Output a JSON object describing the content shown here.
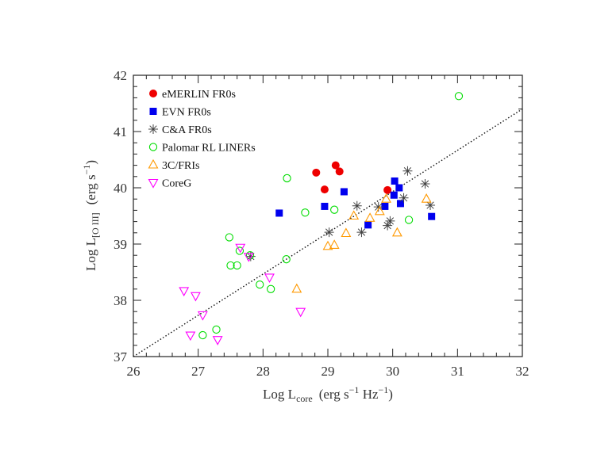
{
  "chart_data": {
    "type": "scatter",
    "title": "",
    "xlabel": {
      "main": "Log L",
      "sub": "core",
      "units": "(erg s",
      "exp1": "−1",
      "mid": " Hz",
      "exp2": "−1",
      "close": ")"
    },
    "ylabel": {
      "main": "Log L",
      "sub": "[O III]",
      "units": "(erg s",
      "exp": "−1",
      "close": ")"
    },
    "xlim": [
      26,
      32
    ],
    "ylim": [
      37,
      42
    ],
    "xticks": [
      "26",
      "27",
      "28",
      "29",
      "30",
      "31",
      "32"
    ],
    "yticks": [
      "37",
      "38",
      "39",
      "40",
      "41",
      "42"
    ],
    "legend_position": "top-left",
    "fit_line": {
      "style": "dotted",
      "x": [
        26,
        32
      ],
      "y": [
        37.0,
        41.4
      ]
    },
    "series": [
      {
        "name": "eMERLIN FR0s",
        "marker": "filled-circle",
        "color": "#ee0000",
        "x": [
          28.82,
          28.95,
          29.12,
          29.18,
          29.92
        ],
        "y": [
          40.27,
          39.97,
          40.4,
          40.29,
          39.96
        ]
      },
      {
        "name": "EVN FR0s",
        "marker": "filled-square",
        "color": "#0000ee",
        "x": [
          28.25,
          28.95,
          29.25,
          29.62,
          29.88,
          30.02,
          30.03,
          30.1,
          30.12,
          30.6
        ],
        "y": [
          39.55,
          39.67,
          39.93,
          39.34,
          39.67,
          39.87,
          40.12,
          40.0,
          39.72,
          39.49
        ]
      },
      {
        "name": "C&A FR0s",
        "marker": "asterisk",
        "color": "#444444",
        "x": [
          29.02,
          29.45,
          29.52,
          29.78,
          29.92,
          29.96,
          30.17,
          30.23,
          30.5,
          30.58,
          27.81
        ],
        "y": [
          39.21,
          39.68,
          39.21,
          39.66,
          39.33,
          39.41,
          39.82,
          40.3,
          40.07,
          39.69,
          38.78
        ]
      },
      {
        "name": "Palomar RL LINERs",
        "marker": "open-circle",
        "color": "#00dd00",
        "x": [
          27.07,
          27.28,
          27.48,
          27.5,
          27.6,
          27.64,
          27.8,
          27.95,
          28.12,
          28.36,
          28.37,
          28.65,
          29.1,
          30.25,
          31.02
        ],
        "y": [
          37.38,
          37.48,
          39.12,
          38.62,
          38.62,
          38.88,
          38.8,
          38.28,
          38.2,
          38.73,
          40.17,
          39.56,
          39.61,
          39.43,
          41.63
        ]
      },
      {
        "name": "3C/FRIs",
        "marker": "open-triangle-up",
        "color": "#ff9900",
        "x": [
          28.52,
          29.0,
          29.1,
          29.28,
          29.4,
          29.65,
          29.8,
          29.9,
          30.07,
          30.52
        ],
        "y": [
          38.2,
          38.96,
          38.98,
          39.19,
          39.5,
          39.46,
          39.58,
          39.8,
          39.2,
          39.8
        ]
      },
      {
        "name": "CoreG",
        "marker": "open-triangle-down",
        "color": "#ff00ff",
        "x": [
          26.78,
          26.88,
          26.96,
          27.07,
          27.3,
          27.65,
          27.78,
          28.1,
          28.58
        ],
        "y": [
          38.17,
          37.38,
          38.08,
          37.74,
          37.3,
          38.94,
          38.78,
          38.41,
          37.8
        ]
      }
    ]
  }
}
